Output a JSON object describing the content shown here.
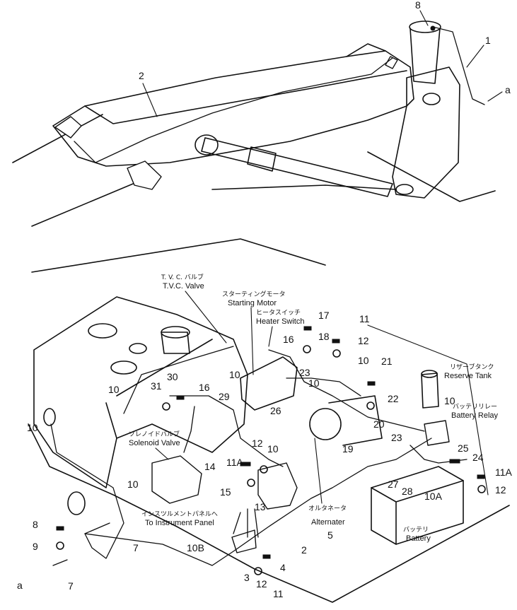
{
  "labels": {
    "tvc_jp": "T. V. C. バルブ",
    "tvc_en": "T.V.C. Valve",
    "starting_jp": "スターティングモータ",
    "starting_en": "Starting Motor",
    "heater_jp": "ヒータスイッチ",
    "heater_en": "Heater Switch",
    "reserve_jp": "リザーブタンク",
    "reserve_en": "Reserve Tank",
    "relay_jp": "バッテリリレー",
    "relay_en": "Battery Relay",
    "solenoid_jp": "ソレノイドバルブ",
    "solenoid_en": "Solenoid Valve",
    "instrument_jp": "インスツルメントパネルへ",
    "instrument_en": "To Instrument Panel",
    "alternator_jp": "オルタネータ",
    "alternator_en": "Alternater",
    "battery_jp": "バッテリ",
    "battery_en": "Battery"
  },
  "callouts": {
    "c8_top": "8",
    "c1": "1",
    "a_top": "a",
    "c2_boom": "2",
    "c11_top": "11",
    "c17": "17",
    "c18": "18",
    "c12_a": "12",
    "c16_a": "16",
    "c10_a": "10",
    "c23_a": "23",
    "c10_b": "10",
    "c21": "21",
    "c22": "22",
    "c20": "20",
    "c10_c": "10",
    "c30": "30",
    "c31": "31",
    "c16_b": "16",
    "c29": "29",
    "c10_d": "10",
    "c26": "26",
    "c19": "19",
    "c10_e": "10",
    "c23_b": "23",
    "c25": "25",
    "c24": "24",
    "c10_f": "10",
    "c12_b": "12",
    "c10_g": "10",
    "c14": "14",
    "c11a_a": "11A",
    "c15": "15",
    "c13": "13",
    "c27": "27",
    "c28": "28",
    "c10a": "10A",
    "c11a_b": "11A",
    "c12_c": "12",
    "c10_h": "10",
    "c8_bot": "8",
    "c9": "9",
    "c7_a": "7",
    "a_bot": "a",
    "c7_b": "7",
    "c10b": "10B",
    "c2_low": "2",
    "c5": "5",
    "c4": "4",
    "c3": "3",
    "c12_d": "12",
    "c11_bot": "11"
  }
}
